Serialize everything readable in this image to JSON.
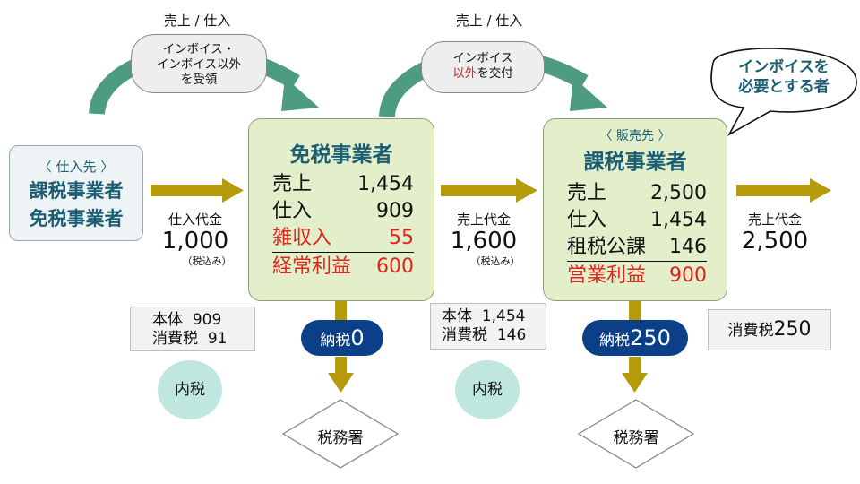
{
  "supplier": {
    "sub": "〈 仕入先 〉",
    "line1": "課税事業者",
    "line2": "免税事業者"
  },
  "exempt": {
    "title": "免税事業者",
    "rows": [
      {
        "label": "売上",
        "value": "1,454"
      },
      {
        "label": "仕入",
        "value": "909"
      },
      {
        "label": "雑収入",
        "value": "55"
      },
      {
        "label": "経常利益",
        "value": "600"
      }
    ],
    "top_label": "売上 / 仕入",
    "bubble": {
      "line1": "インボイス・",
      "line2": "インボイス以外",
      "line3": "を受領"
    },
    "tax_pill": {
      "k": "納税",
      "n": "0"
    },
    "office": "税務署"
  },
  "taxable": {
    "sub": "〈 販売先 〉",
    "title": "課税事業者",
    "rows": [
      {
        "label": "売上",
        "value": "2,500"
      },
      {
        "label": "仕入",
        "value": "1,454"
      },
      {
        "label": "租税公課",
        "value": "146"
      },
      {
        "label": "営業利益",
        "value": "900"
      }
    ],
    "top_label": "売上 / 仕入",
    "bubble": {
      "line1": "インボイス",
      "line2a": "以外",
      "line2b": "を交付"
    },
    "speech": {
      "line1": "インボイスを",
      "line2": "必要とする者"
    },
    "tax_pill": {
      "k": "納税",
      "n": "250"
    },
    "office": "税務署"
  },
  "flow1": {
    "label": "仕入代金",
    "amount": "1,000",
    "note": "（税込み）",
    "breakdown": {
      "l1": "本体",
      "v1": "909",
      "l2": "消費税",
      "v2": "91"
    },
    "circle": "内税"
  },
  "flow2": {
    "label": "売上代金",
    "amount": "1,600",
    "note": "（税込み）",
    "breakdown": {
      "l1": "本体",
      "v1": "1,454",
      "l2": "消費税",
      "v2": "146"
    },
    "circle": "内税"
  },
  "flow3": {
    "label": "売上代金",
    "amount": "2,500",
    "breakdown": {
      "l1": "消費税",
      "v1": "250"
    }
  },
  "colors": {
    "gold_arrow": "#b59a0c",
    "teal_arrow": "#4e9c80",
    "navy": "#0b3f87",
    "title_blue": "#1b5e74",
    "red": "#e0251f",
    "company_fill": "#e3efcb",
    "circle_fill": "#bfe7e0"
  }
}
